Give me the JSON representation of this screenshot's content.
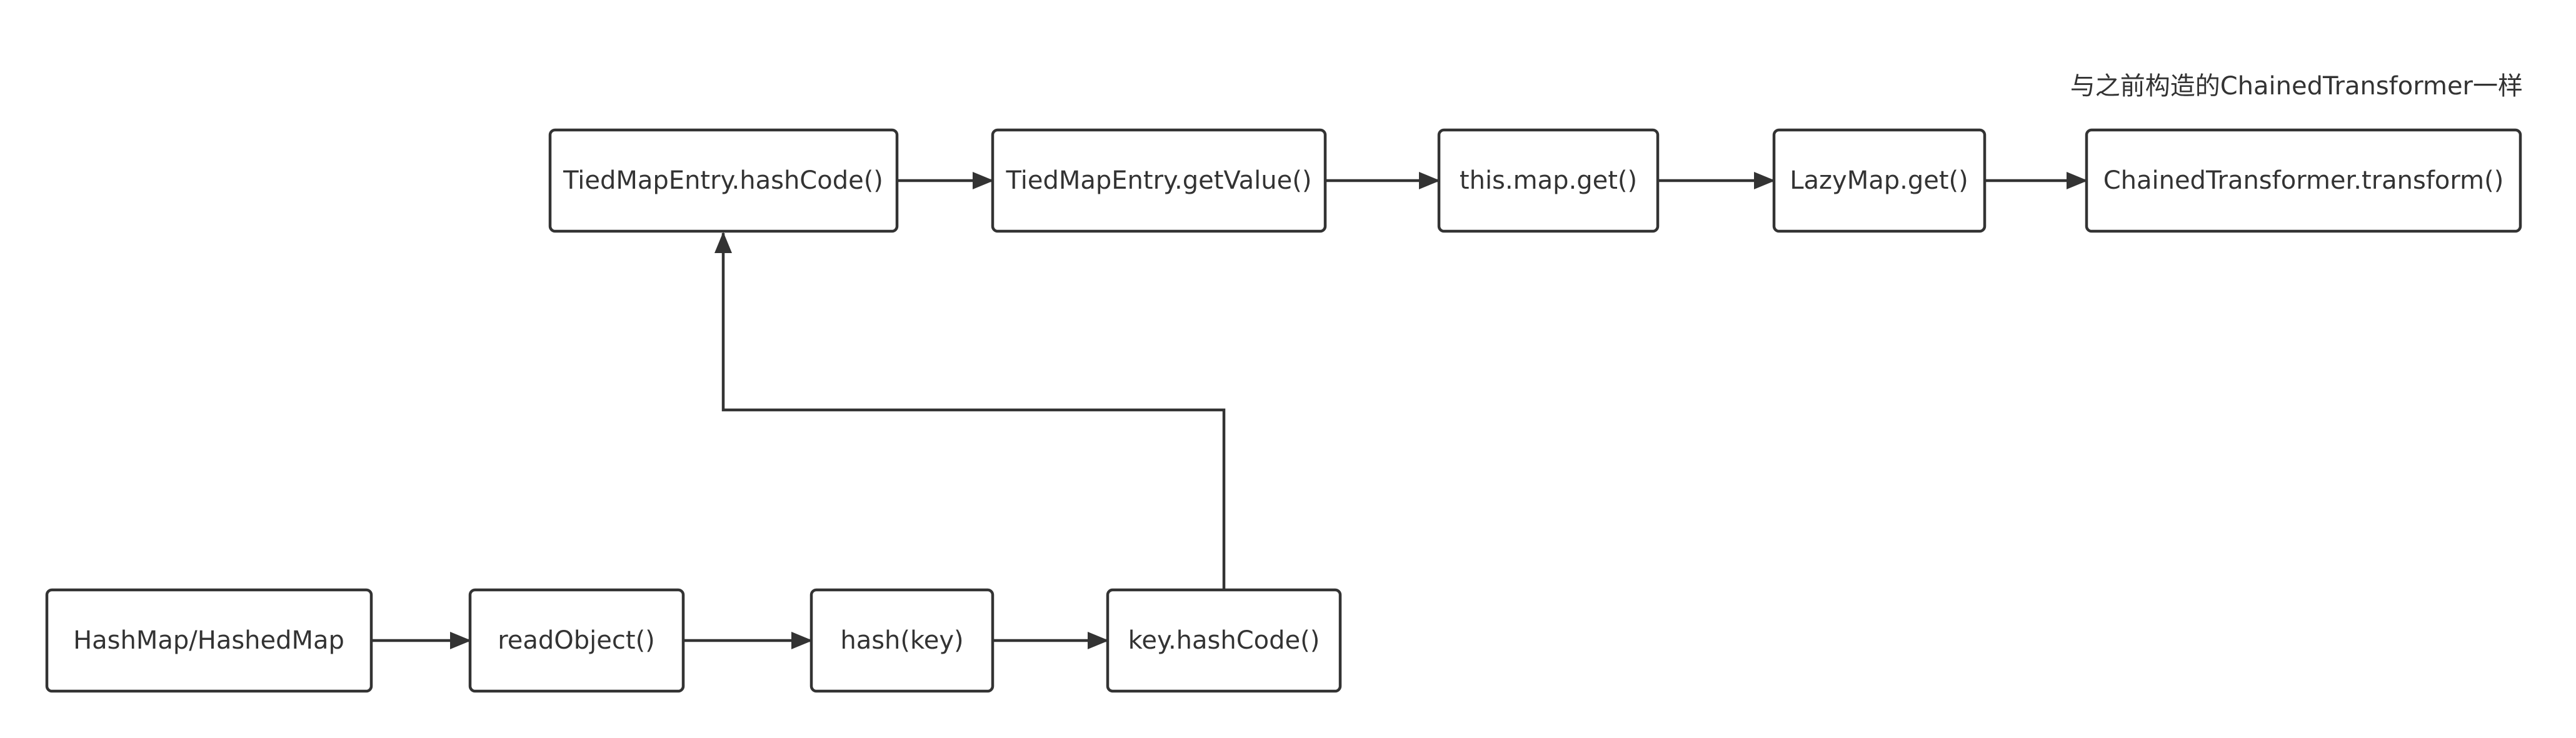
{
  "diagram": {
    "nodes": {
      "hashmap": "HashMap/HashedMap",
      "read_object": "readObject()",
      "hash_key": "hash(key)",
      "key_hashcode": "key.hashCode()",
      "tied_hashcode": "TiedMapEntry.hashCode()",
      "tied_getvalue": "TiedMapEntry.getValue()",
      "this_map_get": "this.map.get()",
      "lazymap_get": "LazyMap.get()",
      "chained_transform": "ChainedTransformer.transform()"
    },
    "annotation": "与之前构造的ChainedTransformer一样",
    "edges": [
      {
        "from": "hashmap",
        "to": "read_object"
      },
      {
        "from": "read_object",
        "to": "hash_key"
      },
      {
        "from": "hash_key",
        "to": "key_hashcode"
      },
      {
        "from": "key_hashcode",
        "to": "tied_hashcode"
      },
      {
        "from": "tied_hashcode",
        "to": "tied_getvalue"
      },
      {
        "from": "tied_getvalue",
        "to": "this_map_get"
      },
      {
        "from": "this_map_get",
        "to": "lazymap_get"
      },
      {
        "from": "lazymap_get",
        "to": "chained_transform"
      }
    ],
    "colors": {
      "stroke": "#333333",
      "text": "#333333",
      "background": "#ffffff"
    }
  }
}
